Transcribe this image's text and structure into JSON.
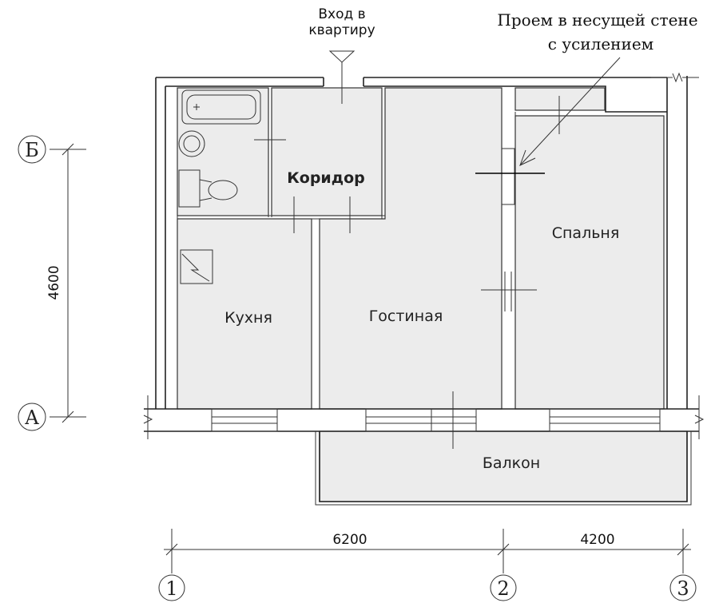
{
  "rooms": {
    "corridor": "Коридор",
    "bedroom": "Спальня",
    "kitchen": "Кухня",
    "living": "Гостиная",
    "balcony": "Балкон"
  },
  "entrance": {
    "line1": "Вход в",
    "line2": "квартиру"
  },
  "annotation": {
    "line1": "Проем в несущей стене",
    "line2": "с усилением"
  },
  "dimensions": {
    "vertical": "4600",
    "span_1_2": "6200",
    "span_2_3": "4200"
  },
  "axes": {
    "row_top": "Б",
    "row_bottom": "А",
    "col1": "1",
    "col2": "2",
    "col3": "3"
  },
  "colors": {
    "floor": "#ececec",
    "walls": "#ffffff",
    "lines": "#222222"
  }
}
